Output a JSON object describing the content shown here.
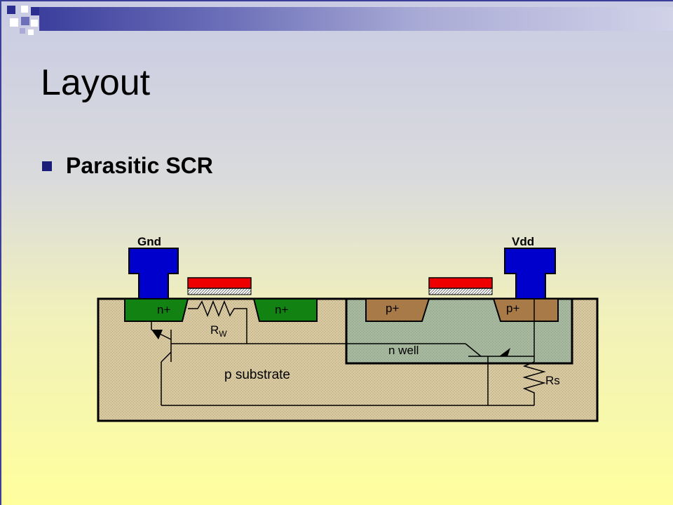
{
  "slide": {
    "title": "Layout",
    "bullets": [
      {
        "text": "Parasitic SCR"
      }
    ]
  },
  "diagram": {
    "labels": {
      "gnd": "Gnd",
      "vdd": "Vdd",
      "n_plus_left": "n+",
      "n_plus_right": "n+",
      "p_plus_left": "p+",
      "p_plus_right": "p+",
      "rw_main": "R",
      "rw_sub": "W",
      "n_well": "n well",
      "p_substrate": "p substrate",
      "rs": "Rs"
    },
    "colors": {
      "metal": "#0000cc",
      "poly": "#ee0000",
      "n_diffusion": "#128212",
      "p_diffusion": "#a87a48",
      "n_well": "#a6b89e",
      "substrate": "#d8c8a0"
    }
  }
}
